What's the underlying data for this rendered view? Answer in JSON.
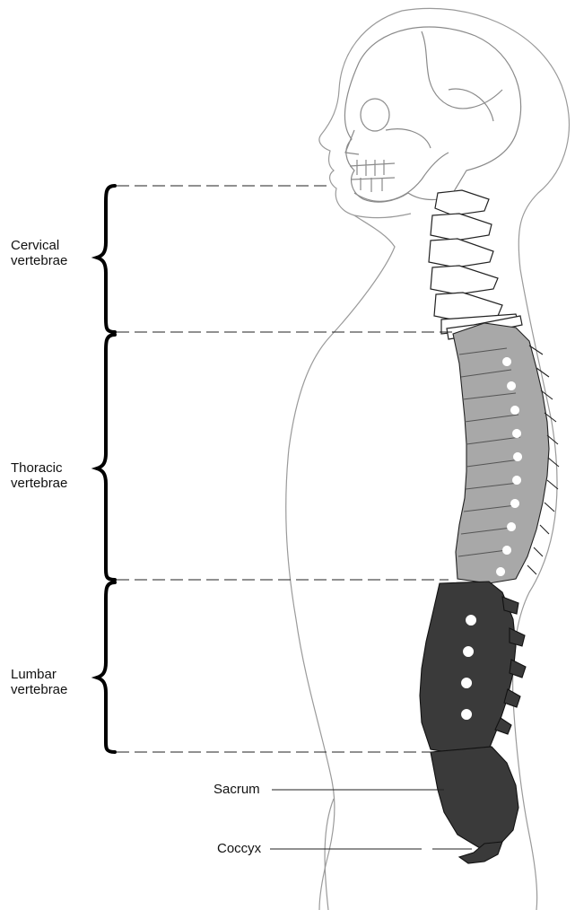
{
  "labels": {
    "cervical": {
      "line1": "Cervical",
      "line2": "vertebrae"
    },
    "thoracic": {
      "line1": "Thoracic",
      "line2": "vertebrae"
    },
    "lumbar": {
      "line1": "Lumbar",
      "line2": "vertebrae"
    },
    "sacrum": "Sacrum",
    "coccyx": "Coccyx"
  },
  "colors": {
    "outline": "#9a9a9a",
    "cervical_fill": "#ffffff",
    "thoracic_fill": "#a8a8a8",
    "lumbar_fill": "#3a3a3a",
    "ink": "#111111"
  }
}
